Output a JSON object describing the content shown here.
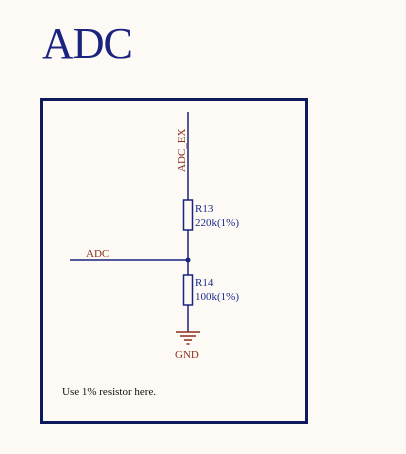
{
  "title": "ADC",
  "nets": {
    "top": "ADC_EX",
    "input": "ADC",
    "ground": "GND"
  },
  "components": [
    {
      "ref": "R13",
      "value": "220k(1%)"
    },
    {
      "ref": "R14",
      "value": "100k(1%)"
    }
  ],
  "note": "Use 1% resistor here.",
  "colors": {
    "title": "#1a237e",
    "frame": "#0d1b5c",
    "net_label": "#8b2d1a",
    "wire": "#1a237e",
    "ground": "#8b2d1a"
  }
}
